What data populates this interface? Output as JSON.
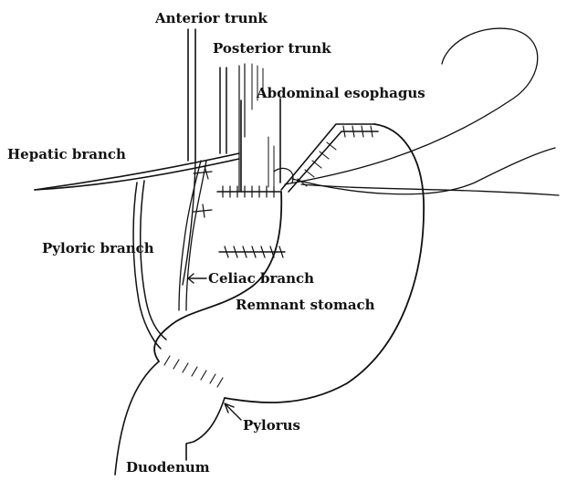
{
  "figure": {
    "ink_color": "#111111",
    "background": "#ffffff",
    "labels": {
      "anterior_trunk": "Anterior trunk",
      "posterior_trunk": "Posterior trunk",
      "abdominal_esophagus": "Abdominal esophagus",
      "hepatic_branch": "Hepatic branch",
      "pyloric_branch": "Pyloric branch",
      "celiac_branch": "Celiac branch",
      "remnant_stomach": "Remnant stomach",
      "pylorus": "Pylorus",
      "duodenum": "Duodenum"
    }
  }
}
